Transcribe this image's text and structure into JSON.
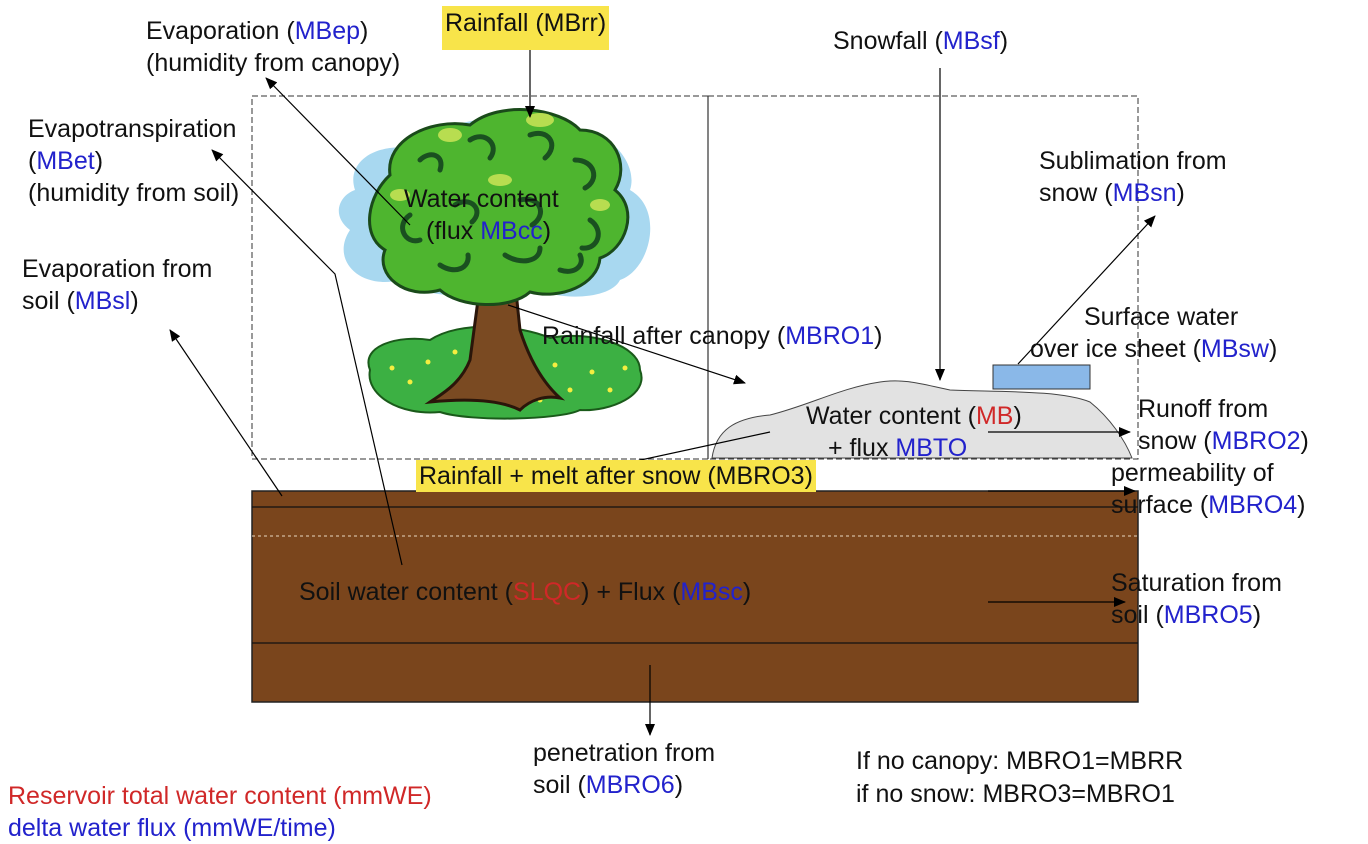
{
  "colors": {
    "soil": "#7a451c",
    "snow": "#e2e2e2",
    "surface_water": "#8ab8e8",
    "highlight": "#f8e44a",
    "flux_blue": "#2222cc",
    "reservoir_red": "#d02828"
  },
  "labels": {
    "rainfall": {
      "pre": "Rainfall (",
      "code": "MBrr",
      "post": ")"
    },
    "evap_canopy": {
      "line1_pre": "Evaporation (",
      "line1_code": "MBep",
      "line1_post": ")",
      "line2": "(humidity from canopy)"
    },
    "evapotranspiration": {
      "line1": "Evapotranspiration",
      "line2_pre": "(",
      "line2_code": "MBet",
      "line2_post": ")",
      "line3": "(humidity from soil)"
    },
    "evap_soil": {
      "line1": "Evaporation from",
      "line2_pre": "soil (",
      "line2_code": "MBsl",
      "line2_post": ")"
    },
    "canopy_water": {
      "line1": "Water content",
      "line2_pre": "(flux ",
      "line2_code": "MBcc",
      "line2_post": ")"
    },
    "snowfall": {
      "pre": "Snowfall (",
      "code": "MBsf",
      "post": ")"
    },
    "sublimation": {
      "line1": "Sublimation from",
      "line2_pre": "snow (",
      "line2_code": "MBsn",
      "line2_post": ")"
    },
    "surface_water": {
      "line1": "Surface water",
      "line2_pre": "over ice sheet (",
      "line2_code": "MBsw",
      "line2_post": ")"
    },
    "rain_after_canopy": {
      "pre": "Rainfall after canopy (",
      "code": "MBRO1",
      "post": ")"
    },
    "snow_water": {
      "line1_pre": "Water content (",
      "line1_code": "MB",
      "line1_post": ")",
      "line2_pre": "+ flux ",
      "line2_code": "MBTO"
    },
    "runoff_snow": {
      "line1": "Runoff from",
      "line2_pre": "snow (",
      "line2_code": "MBRO2",
      "line2_post": ")"
    },
    "rain_melt": {
      "pre": "Rainfall + melt after snow (",
      "code": "MBRO3",
      "post": ")"
    },
    "permeability": {
      "line1": "permeability of",
      "line2_pre": "surface (",
      "line2_code": "MBRO4",
      "line2_post": ")"
    },
    "soil_water": {
      "pre": "Soil water content (",
      "code_red": "SLQC",
      "mid": ") + Flux (",
      "code_blue": "MBsc",
      "post": ")"
    },
    "saturation": {
      "line1": "Saturation from",
      "line2_pre": "soil (",
      "line2_code": "MBRO5",
      "line2_post": ")"
    },
    "penetration": {
      "line1": "penetration from",
      "line2_pre": "soil (",
      "line2_code": "MBRO6",
      "line2_post": ")"
    },
    "no_canopy": "If no canopy: MBRO1=MBRR",
    "no_snow": "if no snow: MBRO3=MBRO1"
  },
  "legend": {
    "reservoir": "Reservoir total water content (mmWE)",
    "flux": "delta water flux (mmWE/time)"
  }
}
